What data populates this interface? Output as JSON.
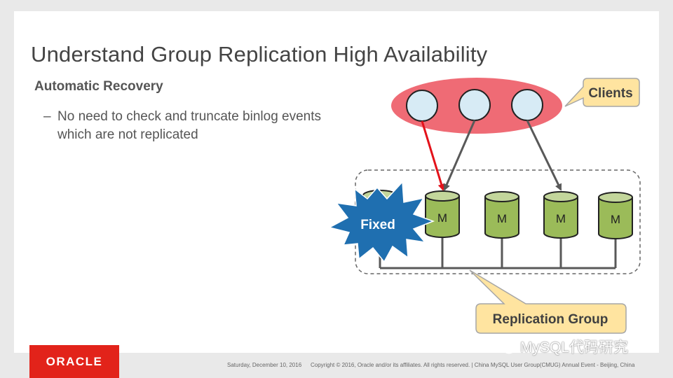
{
  "slide": {
    "title": "Understand Group Replication High Availability",
    "subtitle": "Automatic Recovery",
    "bullet_dash": "–",
    "bullet": "No need to check and truncate binlog events which are not replicated"
  },
  "diagram": {
    "clients_label": "Clients",
    "fixed_label": "Fixed",
    "member_label": "M",
    "member_labels": [
      "M",
      "M",
      "M",
      "M"
    ],
    "replication_group_label": "Replication Group",
    "colors": {
      "clients_ellipse": "#ef6b75",
      "client_node": "#d7ebf5",
      "member_fill": "#9bbb59",
      "member_top": "#c3d69b",
      "callout_fill": "#ffe4a0",
      "callout_stroke": "#a6a6a6",
      "burst_fill": "#1f6fb0",
      "arrow_red": "#e3121a",
      "arrow_gray": "#595959"
    }
  },
  "footer": {
    "logo": "ORACLE",
    "date": "Saturday, December 10, 2016",
    "copyright": "Copyright © 2016, Oracle and/or its affiliates. All rights reserved.  |  China MySQL User Group(CMUG) Annual Event - Beijing, China",
    "watermark": "MySQL代码研究"
  }
}
